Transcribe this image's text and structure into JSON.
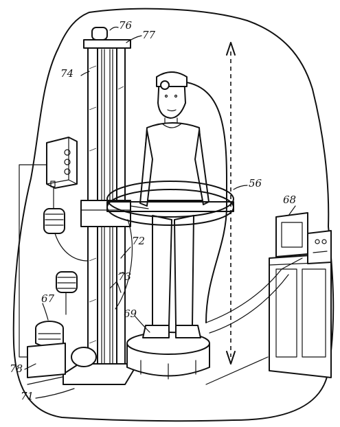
{
  "labels": {
    "top_cap": "76",
    "column_top": "77",
    "column": "74",
    "belt": "56",
    "monitor": "68",
    "carriage": "72",
    "rails": "73",
    "turntable": "69",
    "motor": "67",
    "base_housing": "78",
    "base_plate": "71"
  }
}
